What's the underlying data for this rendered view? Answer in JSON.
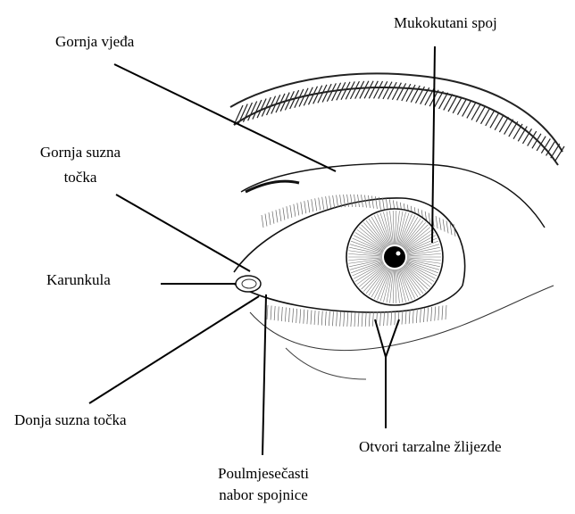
{
  "labels": {
    "upper_lid": "Gornja vjeđa",
    "mucocutaneous": "Mukokutani spoj",
    "upper_punctum_line1": "Gornja suzna",
    "upper_punctum_line2": "točka",
    "caruncle": "Karunkula",
    "lower_punctum": "Donja suzna točka",
    "tarsal_glands": "Otvori tarzalne žlijezde",
    "plica_line1": "Poulmjesečasti",
    "plica_line2": "nabor spojnice"
  }
}
